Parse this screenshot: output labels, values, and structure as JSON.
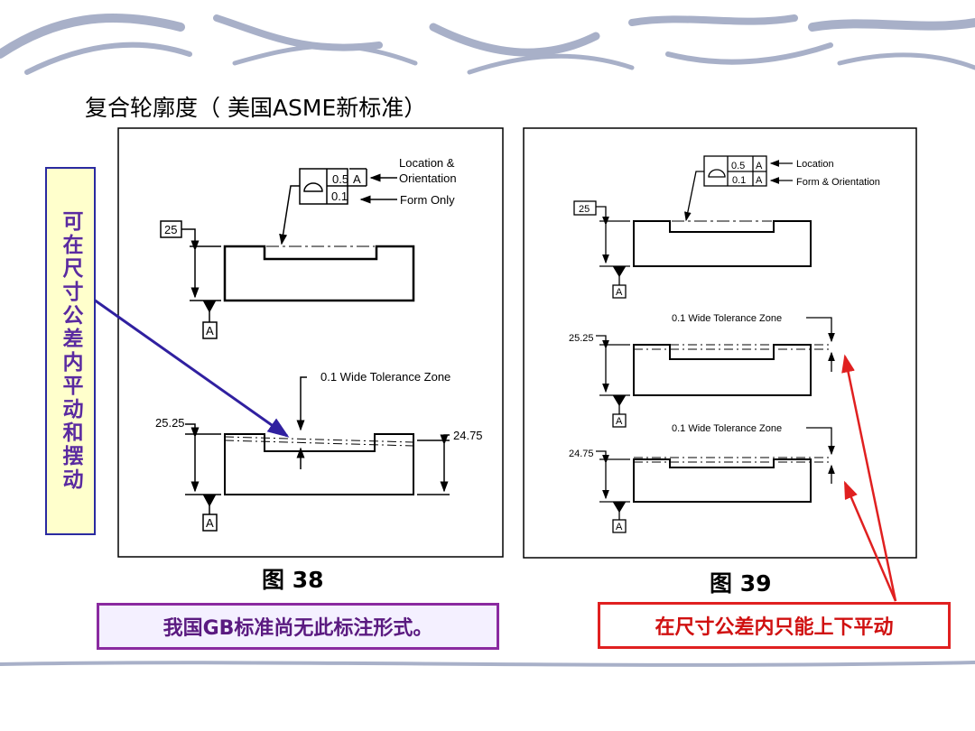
{
  "title": "复合轮廓度（ 美国ASME新标准）",
  "side_note": "可在尺寸公差内平动和摆动",
  "figure_left": {
    "caption": "图 38",
    "fcf_upper": "0.5",
    "fcf_lower": "0.1",
    "datum": "A",
    "label_upper": "Location &",
    "label_upper2": "Orientation",
    "label_lower": "Form Only",
    "dim_basic": "25",
    "zone_label": "0.1 Wide Tolerance Zone",
    "dim_max": "25.25",
    "dim_min": "24.75"
  },
  "figure_right": {
    "caption": "图 39",
    "fcf_upper": "0.5",
    "fcf_lower": "0.1",
    "datum": "A",
    "label_upper": "Location",
    "label_lower": "Form & Orientation",
    "dim_basic": "25",
    "zone_label": "0.1 Wide Tolerance Zone",
    "dim_max": "25.25",
    "dim_min": "24.75"
  },
  "note_left": "我国GB标准尚无此标注形式。",
  "note_right": "在尺寸公差内只能上下平动",
  "colors": {
    "blue_arrow": "#3020a0",
    "red_arrow": "#e02020",
    "deco": "#9aa4c0"
  }
}
